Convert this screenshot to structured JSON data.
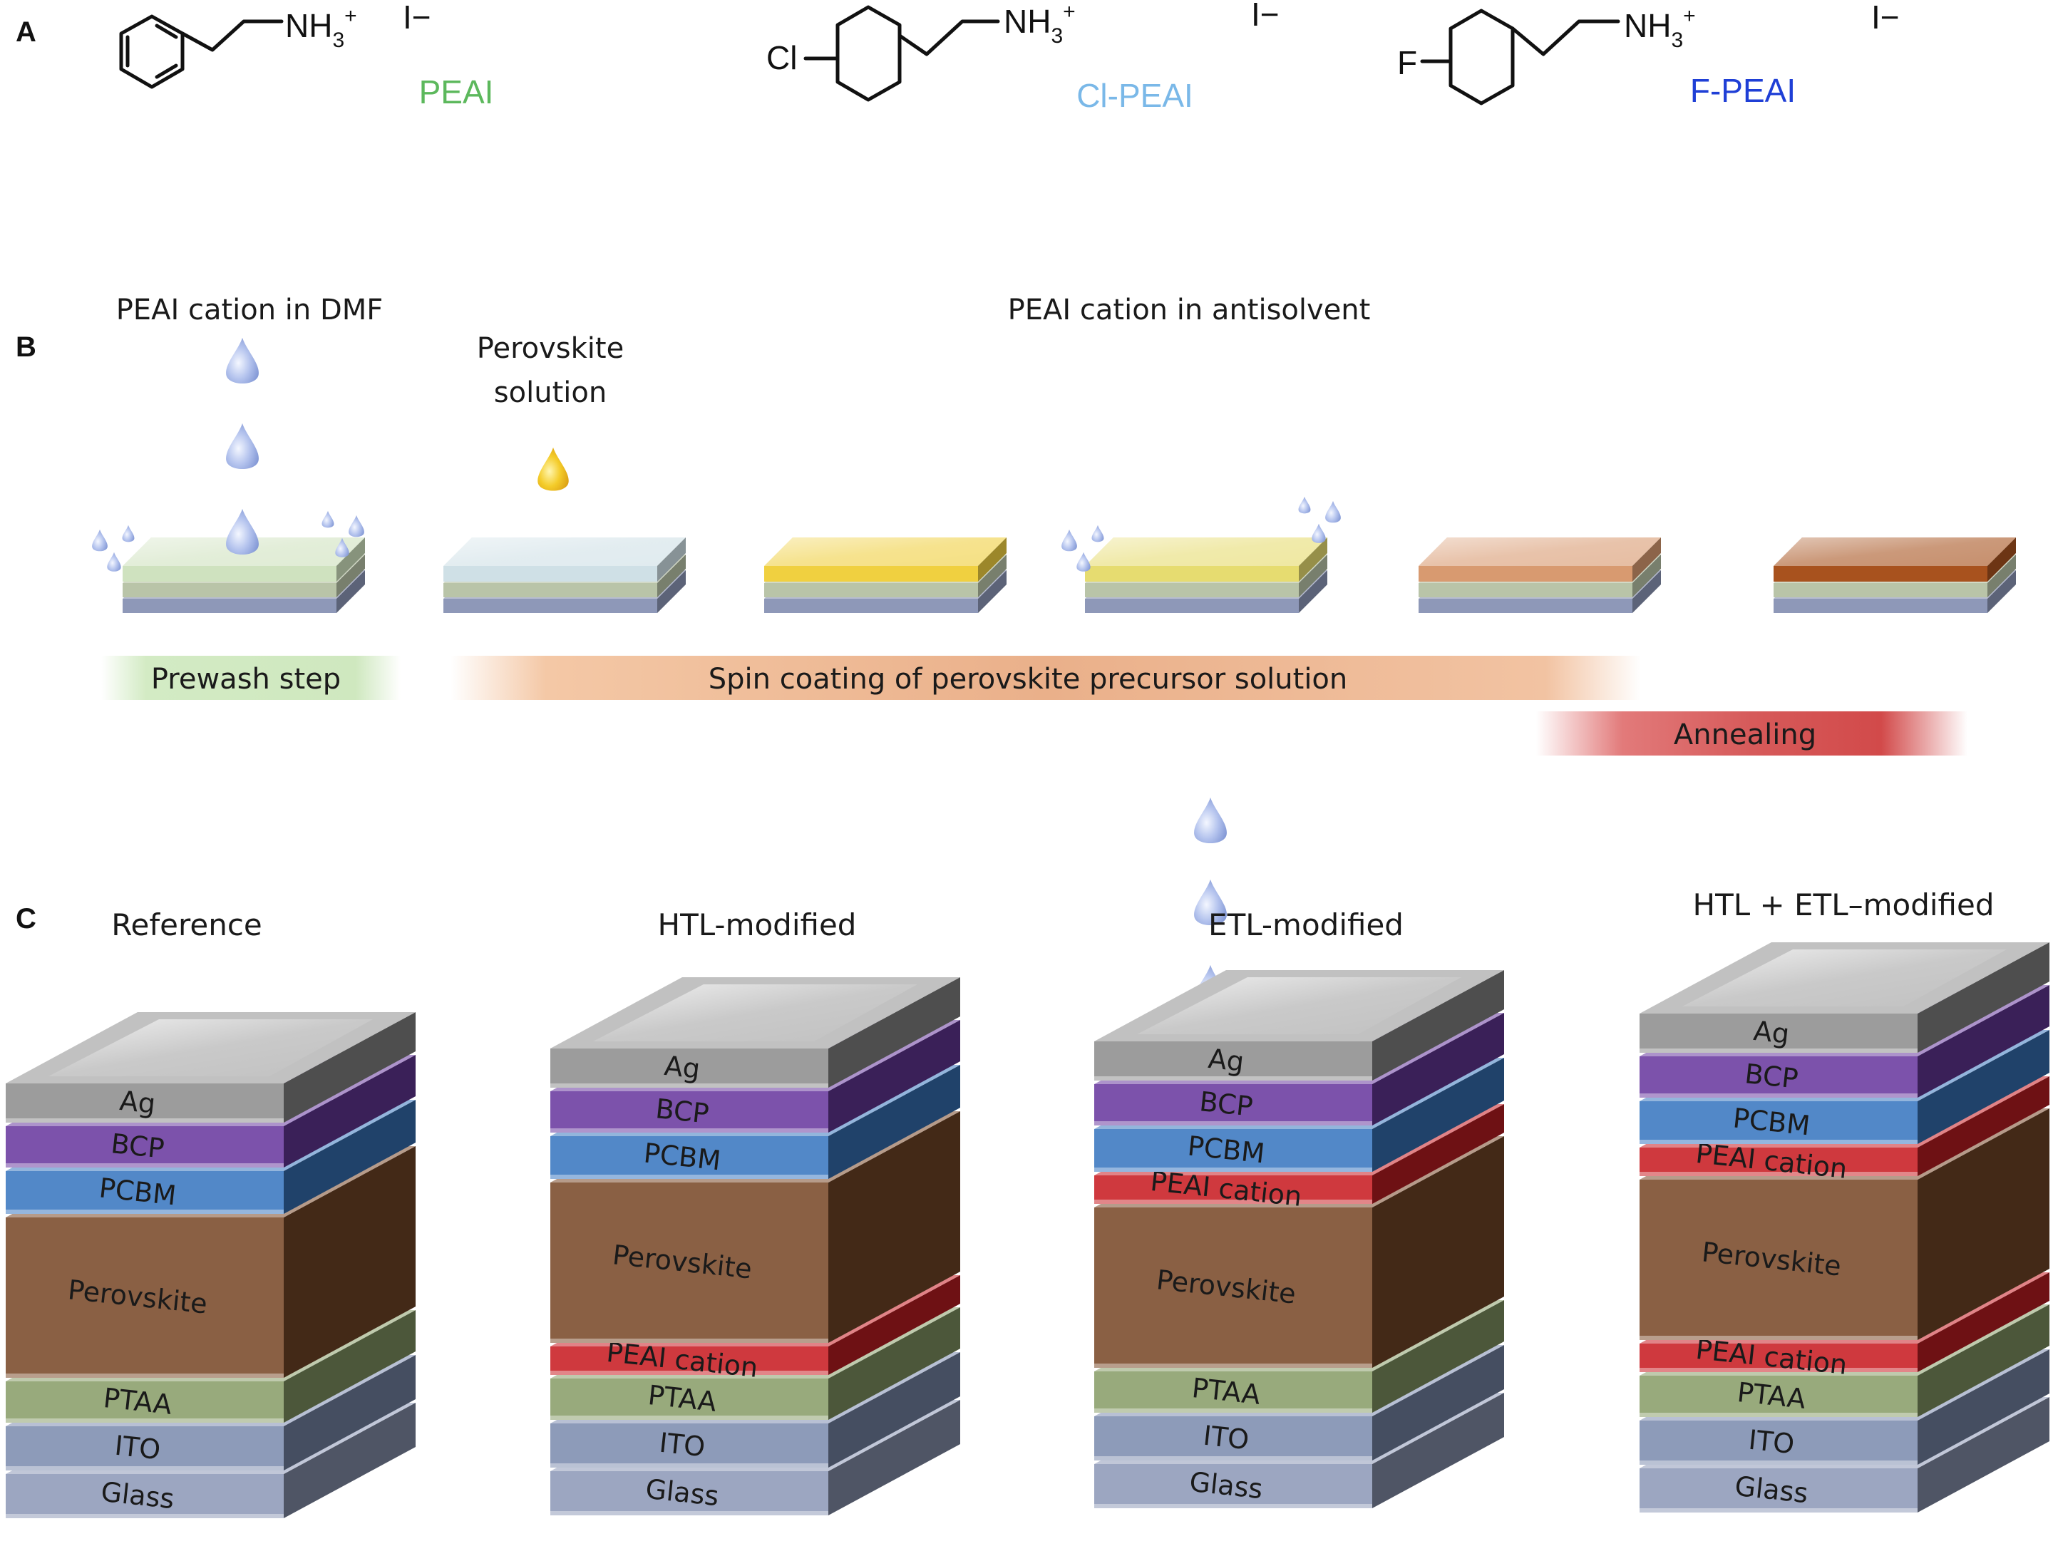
{
  "colors": {
    "PEAI": "#5cb85c",
    "Cl-PEAI": "#7ab8e8",
    "F-PEAI": "#1f3fd6",
    "ag": "#8e8e8e",
    "bcp": "#6a3aa0",
    "pcbm": "#3a78c0",
    "perovskite": "#7a4a2a",
    "peai_cation": "#c81e24",
    "ptaa": "#8a9e6a",
    "ito": "#7d8db0",
    "glass": "#8f9ab8",
    "prewash_band": "#b8dca0",
    "spin_band": "#e8a070",
    "anneal_band": "#d05050",
    "droplet": "#9db0e0",
    "perovskite_droplet": "#f0c020"
  },
  "panelA": {
    "letter": "A",
    "amine_group": "NH",
    "amine_sub": "3",
    "amine_sup": "+",
    "counter_ion": "I−",
    "compounds": [
      {
        "substituent": "",
        "name": "PEAI"
      },
      {
        "substituent": "Cl",
        "name": "Cl-PEAI"
      },
      {
        "substituent": "F",
        "name": "F-PEAI"
      }
    ]
  },
  "panelB": {
    "letter": "B",
    "label_dmf": "PEAI cation in DMF",
    "label_perovskite_line1": "Perovskite",
    "label_perovskite_line2": "solution",
    "label_antisolvent": "PEAI cation in antisolvent",
    "bands": {
      "prewash": "Prewash step",
      "spin": "Spin coating of perovskite precursor solution",
      "anneal": "Annealing"
    }
  },
  "panelC": {
    "letter": "C",
    "stacks": [
      {
        "title": "Reference",
        "layers": [
          "Glass",
          "ITO",
          "PTAA",
          "Perovskite",
          "PCBM",
          "BCP",
          "Ag"
        ]
      },
      {
        "title": "HTL-modified",
        "layers": [
          "Glass",
          "ITO",
          "PTAA",
          "PEAI cation",
          "Perovskite",
          "PCBM",
          "BCP",
          "Ag"
        ]
      },
      {
        "title": "ETL-modified",
        "layers": [
          "Glass",
          "ITO",
          "PTAA",
          "Perovskite",
          "PEAI cation",
          "PCBM",
          "BCP",
          "Ag"
        ]
      },
      {
        "title": "HTL + ETL–modified",
        "layers": [
          "Glass",
          "ITO",
          "PTAA",
          "PEAI cation",
          "Perovskite",
          "PEAI cation",
          "PCBM",
          "BCP",
          "Ag"
        ]
      }
    ]
  }
}
